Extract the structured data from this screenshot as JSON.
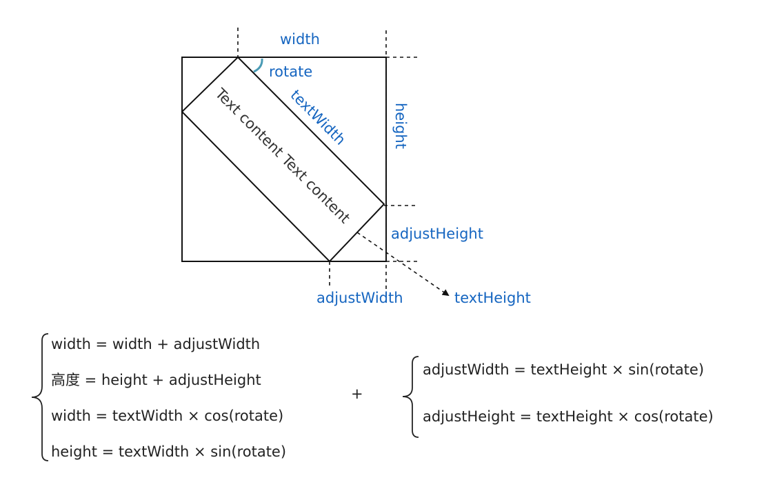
{
  "colors": {
    "label_blue": "#1565c0",
    "angle_arc": "#4a9bb5",
    "lines": "#111111",
    "text": "#222222"
  },
  "diagram": {
    "labels": {
      "width": "width",
      "rotate": "rotate",
      "height": "height",
      "text_width": "textWidth",
      "adjust_height": "adjustHeight",
      "adjust_width": "adjustWidth",
      "text_height": "textHeight"
    },
    "rotated_text": "Text content Text content"
  },
  "formulas": {
    "left": [
      "width = width + adjustWidth",
      "高度 = height + adjustHeight",
      "width = textWidth × cos(rotate)",
      "height = textWidth × sin(rotate)"
    ],
    "operator": "+",
    "right": [
      "adjustWidth = textHeight × sin(rotate)",
      "adjustHeight = textHeight × cos(rotate)"
    ]
  }
}
